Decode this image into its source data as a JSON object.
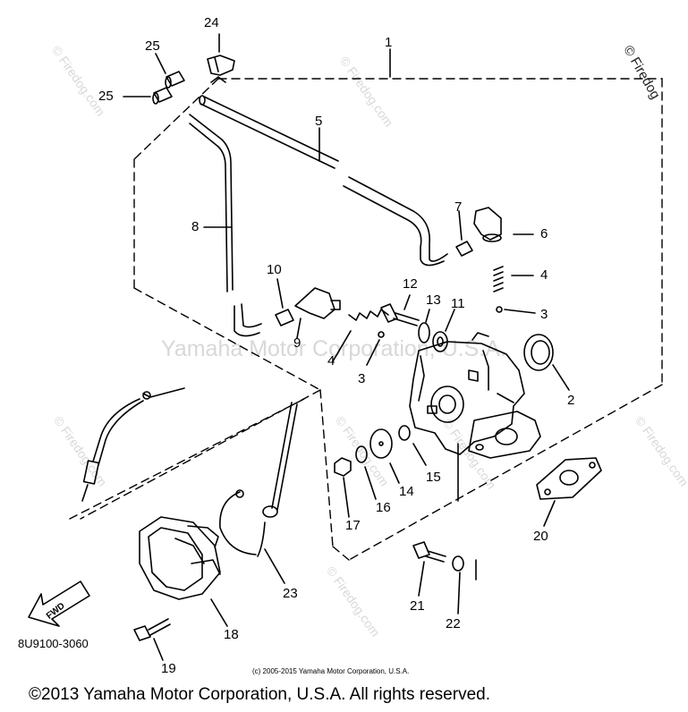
{
  "watermarks": {
    "center": "Yamaha Motor Corporation, U.S.A.",
    "tiles": [
      "© Firedog.com",
      "© Firedog.com",
      "© Firedog.com",
      "© Firedog.com",
      "© Firedog.com",
      "© Firedog.com",
      "© Firedog.com",
      "© Firedog"
    ]
  },
  "callouts": [
    "1",
    "2",
    "3",
    "3",
    "4",
    "4",
    "5",
    "6",
    "7",
    "8",
    "9",
    "10",
    "11",
    "12",
    "13",
    "14",
    "15",
    "16",
    "17",
    "18",
    "19",
    "20",
    "21",
    "22",
    "23",
    "24",
    "25",
    "25"
  ],
  "direction_tag": "FWD",
  "diagram_code": "8U9100-3060",
  "small_copyright": "(c) 2005-2015 Yamaha Motor Corporation, U.S.A.",
  "footer_copyright": "©2013 Yamaha Motor Corporation, U.S.A. All rights reserved."
}
